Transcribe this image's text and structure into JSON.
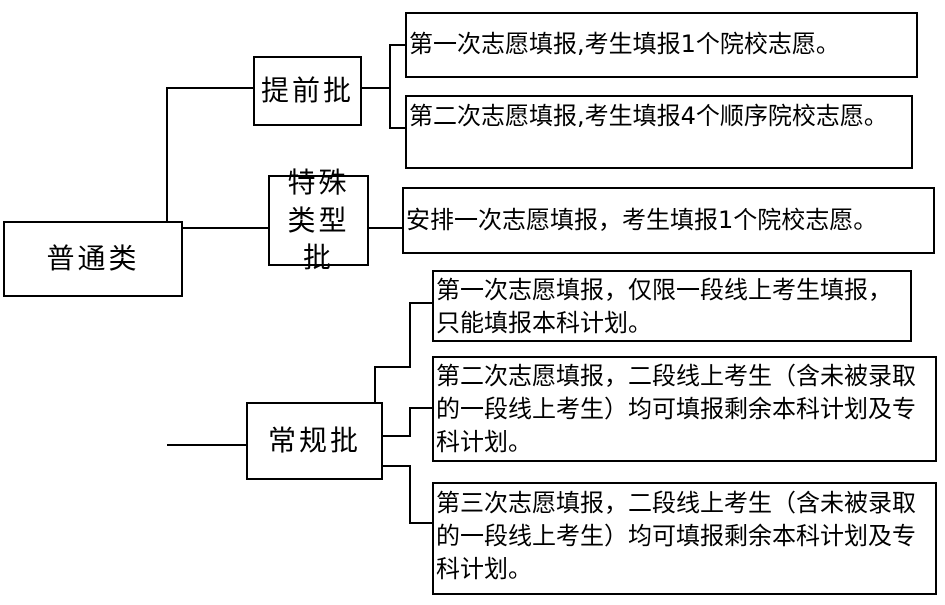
{
  "root": {
    "label": "普通类"
  },
  "batches": [
    {
      "label": "提前批",
      "rounds": [
        "第一次志愿填报,考生填报1个院校志愿。",
        "第二次志愿填报,考生填报4个顺序院校志愿。"
      ]
    },
    {
      "label": "特殊类型批",
      "rounds": [
        "安排一次志愿填报，考生填报1个院校志愿。"
      ]
    },
    {
      "label": "常规批",
      "rounds": [
        "第一次志愿填报，仅限一段线上考生填报，只能填报本科计划。",
        "第二次志愿填报，二段线上考生（含未被录取的一段线上考生）均可填报剩余本科计划及专科计划。",
        "第三次志愿填报，二段线上考生（含未被录取的一段线上考生）均可填报剩余本科计划及专科计划。"
      ]
    }
  ]
}
